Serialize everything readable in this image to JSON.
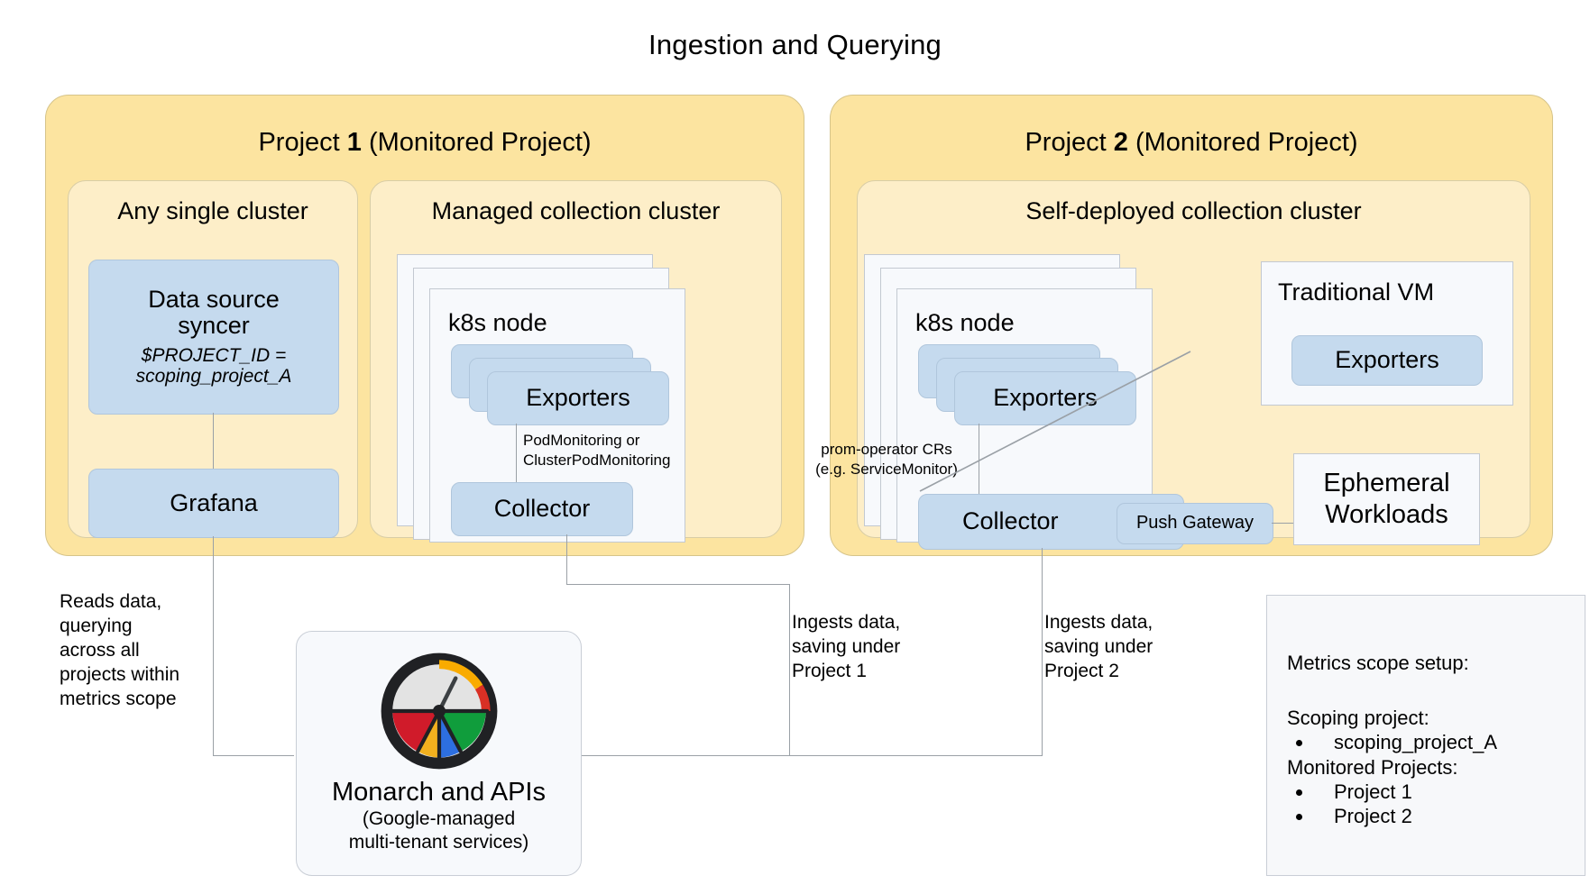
{
  "diagram": {
    "title": "Ingestion and Querying",
    "colors": {
      "project_fill": "#fce4a0",
      "cluster_fill": "#fdeec8",
      "component_fill": "#c5daee",
      "card_fill": "#f7f9fc",
      "connector": "#9aa0a6"
    }
  },
  "project1": {
    "title_prefix": "Project ",
    "title_number": "1",
    "title_suffix": " (Monitored Project)",
    "cluster_a": {
      "title": "Any single cluster",
      "data_source_syncer": {
        "line1": "Data source",
        "line2": "syncer",
        "env_line1": "$PROJECT_ID =",
        "env_line2": "scoping_project_A"
      },
      "grafana": "Grafana"
    },
    "cluster_b": {
      "title": "Managed collection cluster",
      "node_label": "k8s node",
      "exporters": "Exporters",
      "edge_label": "PodMonitoring or\nClusterPodMonitoring",
      "collector": "Collector"
    }
  },
  "project2": {
    "title_prefix": "Project ",
    "title_number": "2",
    "title_suffix": " (Monitored Project)",
    "cluster": {
      "title": "Self-deployed collection cluster",
      "node_label": "k8s node",
      "exporters": "Exporters",
      "edge_label": "prom-operator CRs\n(e.g. ServiceMonitor)",
      "collector": "Collector",
      "push_gateway": "Push Gateway",
      "traditional_vm": {
        "title": "Traditional VM",
        "exporters": "Exporters"
      },
      "ephemeral_workloads": "Ephemeral\nWorkloads"
    }
  },
  "annotations": {
    "reads": "Reads data,\nquerying\nacross all\nprojects within\nmetrics scope",
    "ingest1": "Ingests data,\nsaving under\nProject 1",
    "ingest2": "Ingests data,\nsaving under\nProject 2"
  },
  "monarch": {
    "title": "Monarch and APIs",
    "subtitle": "(Google-managed\nmulti-tenant services)",
    "logo_icon": "monarch-gauge-icon"
  },
  "legend": {
    "heading": "Metrics scope setup:",
    "scoping_label": "Scoping project:",
    "scoping_items": [
      "scoping_project_A"
    ],
    "monitored_label": "Monitored Projects:",
    "monitored_items": [
      "Project 1",
      "Project 2"
    ]
  }
}
